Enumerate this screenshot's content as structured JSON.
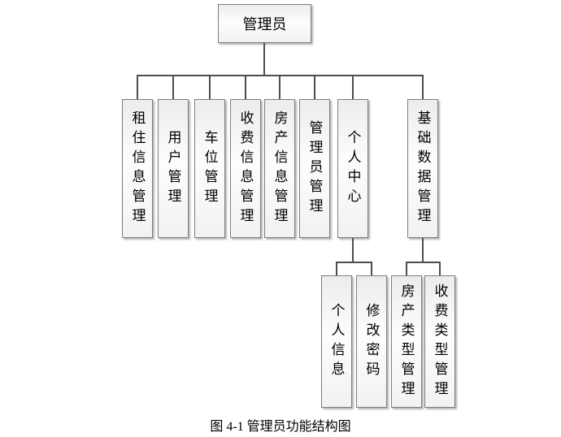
{
  "figure": {
    "root": {
      "label": "管理员"
    },
    "level1": [
      {
        "label": "租住信息管理"
      },
      {
        "label": "用户管理"
      },
      {
        "label": "车位管理"
      },
      {
        "label": "收费信息管理"
      },
      {
        "label": "房产信息管理"
      },
      {
        "label": "管理员管理"
      },
      {
        "label": "个人中心",
        "children": [
          "个人信息",
          "修改密码"
        ]
      },
      {
        "label": "基础数据管理",
        "children": [
          "房产类型管理",
          "收费类型管理"
        ]
      }
    ],
    "caption": "图 4-1 管理员功能结构图",
    "colors": {
      "background": "#ffffff",
      "line": "#4d4d4d",
      "box_border": "#7d7d7d",
      "box_fill_top": "#ececec",
      "box_fill_bottom": "#f2f2f2",
      "text": "#000000"
    }
  }
}
